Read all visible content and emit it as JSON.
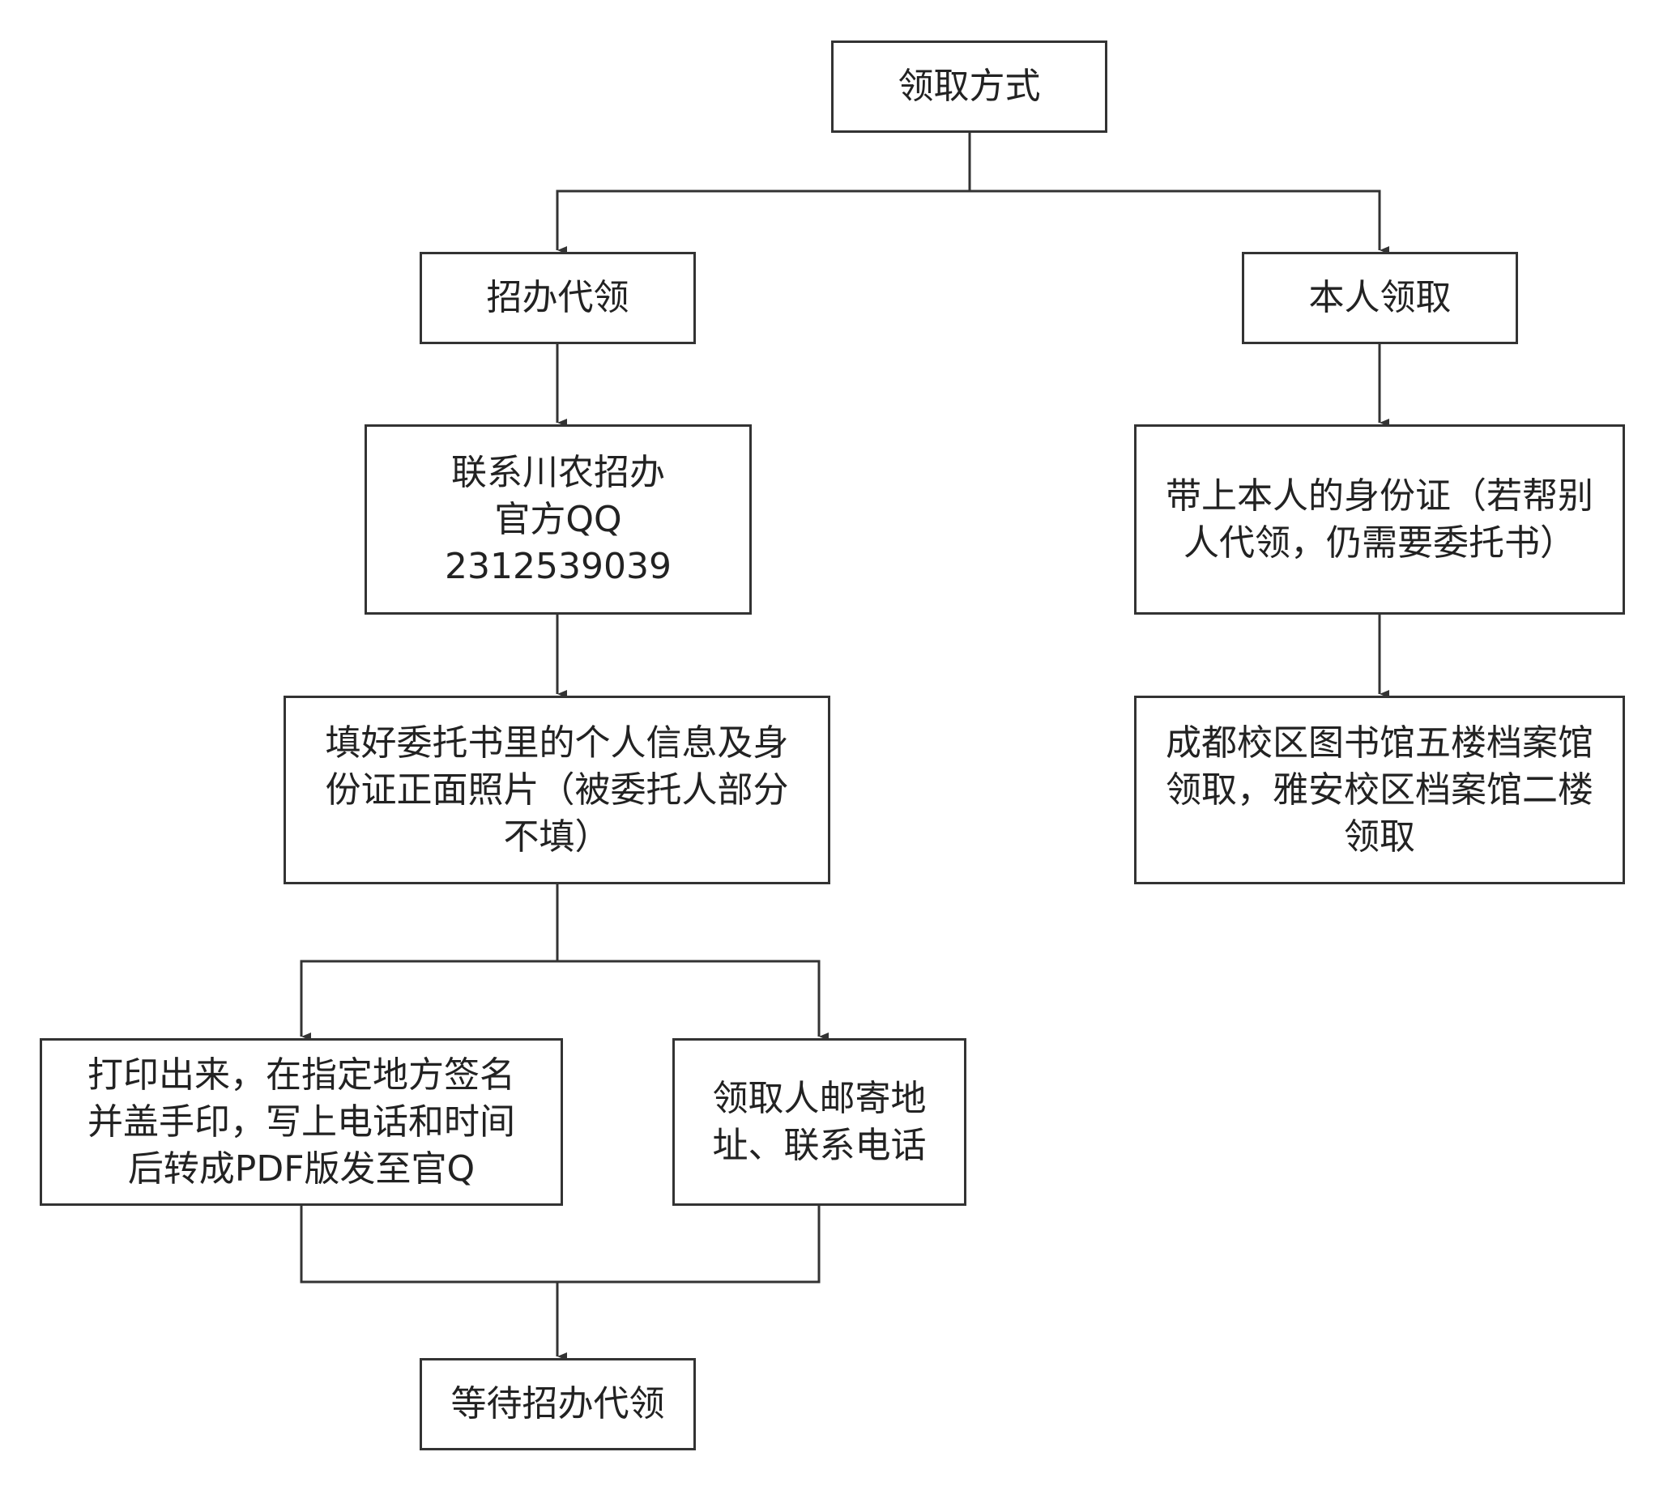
{
  "nodes": {
    "root": "领取方式",
    "agent": "招办代领",
    "self": "本人领取",
    "contact": [
      "联系川农招办",
      "官方QQ",
      "2312539039"
    ],
    "fill_form": [
      "填好委托书里的个人信息及身",
      "份证正面照片（被委托人部分",
      "不填）"
    ],
    "print_sign": [
      "打印出来，在指定地方签名",
      "并盖手印，写上电话和时间",
      "后转成PDF版发至官Q"
    ],
    "mail_info": [
      "领取人邮寄地",
      "址、联系电话"
    ],
    "wait": "等待招办代领",
    "bring_id": [
      "带上本人的身份证（若帮别",
      "人代领，仍需要委托书）"
    ],
    "location": [
      "成都校区图书馆五楼档案馆",
      "领取，雅安校区档案馆二楼",
      "领取"
    ]
  }
}
